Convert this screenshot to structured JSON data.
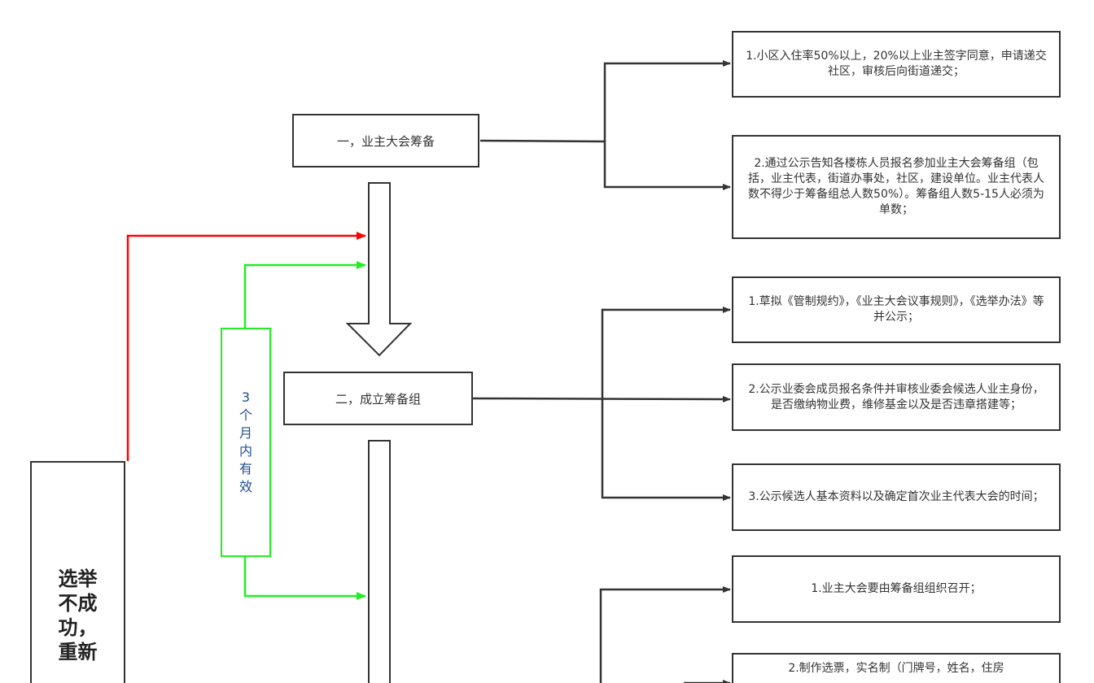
{
  "colors": {
    "box_border": "#333333",
    "connector": "#333333",
    "retry_arrow": "#ff0000",
    "validity_arrow": "#22ee22",
    "validity_text": "#1f4e8c"
  },
  "steps": {
    "s1": "一，业主大会筹备",
    "s2": "二，成立筹备组"
  },
  "details": {
    "d1_1": "1.小区入住率50%以上，20%以上业主签字同意，申请递交社区，审核后向街道递交；",
    "d1_2": "2.通过公示告知各楼栋人员报名参加业主大会筹备组（包括，业主代表，街道办事处，社区，建设单位。业主代表人数不得少于筹备组总人数50%）。筹备组人数5-15人必须为单数；",
    "d2_1": "1.草拟《管制规约》，《业主大会议事规则》，《选举办法》等并公示；",
    "d2_2": "2.公示业委会成员报名条件并审核业委会候选人业主身份，是否缴纳物业费，维修基金以及是否违章搭建等；",
    "d2_3": "3.公示候选人基本资料以及确定首次业主代表大会的时间；",
    "d3_1": "1.业主大会要由筹备组组织召开；",
    "d3_2": "2.制作选票，实名制（门牌号，姓名，住房"
  },
  "side": {
    "retry_text": "选举不成功，重新"
  },
  "validity": {
    "text": "3个月内有效"
  }
}
